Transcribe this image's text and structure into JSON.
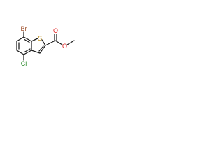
{
  "molecule": {
    "atoms": {
      "br": {
        "label": "Br",
        "color": "#a0522d"
      },
      "s": {
        "label": "S",
        "color": "#b8860b"
      },
      "cl": {
        "label": "Cl",
        "color": "#2e8b2e"
      },
      "o_carbonyl": {
        "label": "O",
        "color": "#e02020"
      },
      "o_ester": {
        "label": "O",
        "color": "#e02020"
      }
    },
    "bond_color": "#1a1a1a"
  }
}
